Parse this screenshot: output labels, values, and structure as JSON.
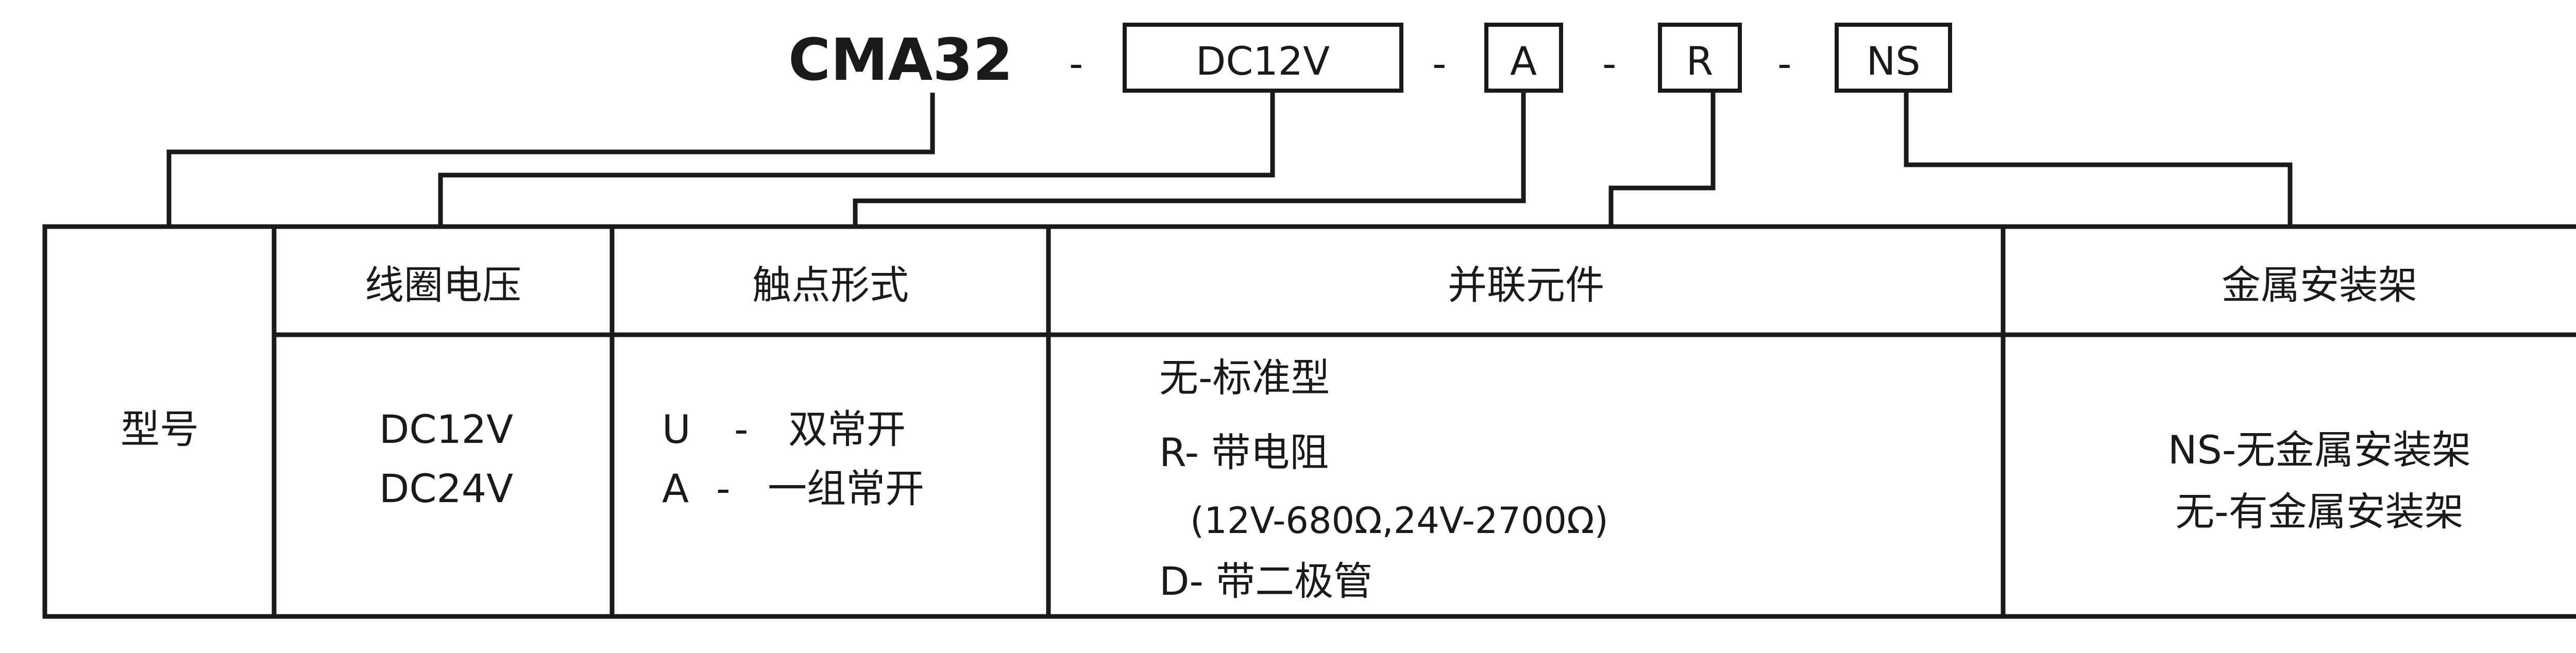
{
  "code": {
    "model": "CMA32",
    "separator": "-",
    "fields": [
      "DC12V",
      "A",
      "R",
      "NS"
    ]
  },
  "table": {
    "row_label": "型号",
    "headers": [
      "线圈电压",
      "触点形式",
      "并联元件",
      "金属安装架"
    ],
    "coil_voltage": [
      "DC12V",
      "DC24V"
    ],
    "contact_form": [
      {
        "code": "U",
        "sep": "-",
        "desc": "双常开"
      },
      {
        "code": "A",
        "sep": "-",
        "desc": "一组常开"
      }
    ],
    "parallel_element": [
      "无-标准型",
      "R- 带电阻",
      "(12V-680Ω,24V-2700Ω)",
      "D- 带二极管"
    ],
    "mounting_bracket": [
      "NS-无金属安装架",
      "无-有金属安装架"
    ]
  },
  "colors": {
    "ink": "#1a1a1a",
    "background": "#ffffff"
  }
}
